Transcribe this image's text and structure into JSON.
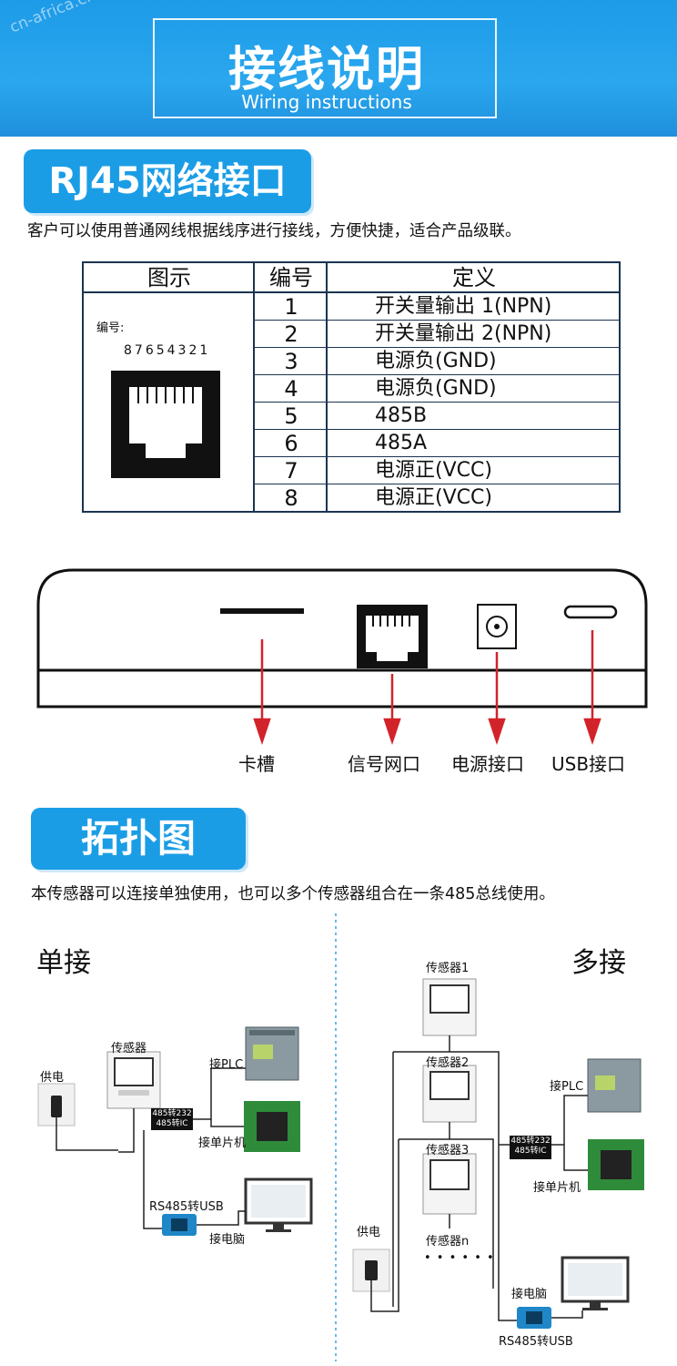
{
  "header": {
    "watermark": "cn-africa.cn",
    "title": "接线说明",
    "subtitle": "Wiring instructions"
  },
  "rj45": {
    "banner": "RJ45网络接口",
    "description": "客户可以使用普通网线根据线序进行接线，方便快捷，适合产品级联。",
    "table": {
      "headers": [
        "图示",
        "编号",
        "定义"
      ],
      "code_label": "编号:",
      "code_digits": "87654321",
      "rows": [
        {
          "num": "1",
          "def": "开关量输出 1(NPN)"
        },
        {
          "num": "2",
          "def": "开关量输出 2(NPN)"
        },
        {
          "num": "3",
          "def": "电源负(GND)"
        },
        {
          "num": "4",
          "def": "电源负(GND)"
        },
        {
          "num": "5",
          "def": "485B"
        },
        {
          "num": "6",
          "def": "485A"
        },
        {
          "num": "7",
          "def": "电源正(VCC)"
        },
        {
          "num": "8",
          "def": "电源正(VCC)"
        }
      ]
    }
  },
  "device": {
    "labels": [
      "卡槽",
      "信号网口",
      "电源接口",
      "USB接口"
    ]
  },
  "topology": {
    "banner": "拓扑图",
    "description": "本传感器可以连接单独使用，也可以多个传感器组合在一条485总线使用。",
    "single": {
      "title": "单接",
      "power": "供电",
      "sensor": "传感器",
      "converter": [
        "485转232",
        "485转IC"
      ],
      "plc": "接PLC",
      "mcu": "接单片机",
      "usb": "RS485转USB",
      "pc": "接电脑"
    },
    "multi": {
      "title": "多接",
      "sensors": [
        "传感器1",
        "传感器2",
        "传感器3",
        "传感器n"
      ],
      "dots": "• • • • • •",
      "power": "供电",
      "converter": [
        "485转232",
        "485转IC"
      ],
      "plc": "接PLC",
      "mcu": "接单片机",
      "pc": "接电脑",
      "usb": "RS485转USB"
    }
  }
}
